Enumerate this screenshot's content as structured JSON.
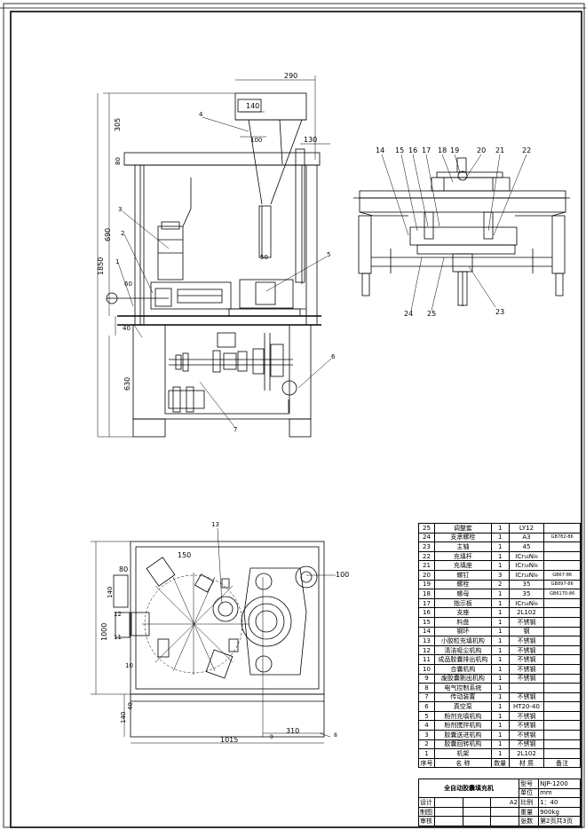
{
  "front_view": {
    "dims": {
      "d290": "290",
      "d305": "305",
      "d140": "140",
      "d100": "100",
      "d130": "130",
      "d80": "80",
      "d690": "690",
      "d1850": "1850",
      "d50": "50",
      "d60": "60",
      "d40": "40",
      "d630": "630"
    },
    "callouts": [
      "1",
      "2",
      "3",
      "4",
      "5",
      "6",
      "7"
    ]
  },
  "side_view": {
    "callouts_top": [
      "14",
      "15",
      "16",
      "17",
      "18",
      "19",
      "20",
      "21",
      "22"
    ],
    "callouts_bottom": [
      "24",
      "25",
      "23"
    ]
  },
  "top_view": {
    "dims": {
      "d13": "13",
      "d150": "150",
      "d100": "100",
      "d80": "80",
      "d140": "140",
      "d12": "12",
      "d1000": "1000",
      "d11": "11",
      "d10": "10",
      "d140b": "140",
      "d40": "40",
      "d1015": "1015",
      "d310": "310",
      "d9": "9",
      "d8": "8"
    }
  },
  "parts_header": {
    "no": "序号",
    "name": "名  称",
    "qty": "数量",
    "mat": "材  质",
    "note": "备注"
  },
  "parts": [
    {
      "no": "25",
      "name": "调整套",
      "qty": "1",
      "mat": "LY12",
      "note": ""
    },
    {
      "no": "24",
      "name": "支承螺栓",
      "qty": "1",
      "mat": "A3",
      "note": "GB782-86"
    },
    {
      "no": "23",
      "name": "主轴",
      "qty": "1",
      "mat": "45",
      "note": ""
    },
    {
      "no": "22",
      "name": "充填杆",
      "qty": "1",
      "mat": "ICr₁₈Ni₉",
      "note": ""
    },
    {
      "no": "21",
      "name": "充填座",
      "qty": "1",
      "mat": "ICr₁₈Ni₉",
      "note": ""
    },
    {
      "no": "20",
      "name": "螺钉",
      "qty": "3",
      "mat": "ICr₁₈Ni₉",
      "note": "GB67-86"
    },
    {
      "no": "19",
      "name": "螺栓",
      "qty": "2",
      "mat": "35",
      "note": "GB897-86"
    },
    {
      "no": "18",
      "name": "螺母",
      "qty": "1",
      "mat": "35",
      "note": "GB6170-86"
    },
    {
      "no": "17",
      "name": "指示板",
      "qty": "1",
      "mat": "ICr₁₈Ni₉",
      "note": ""
    },
    {
      "no": "16",
      "name": "支座",
      "qty": "1",
      "mat": "2L102",
      "note": ""
    },
    {
      "no": "15",
      "name": "料盘",
      "qty": "1",
      "mat": "不锈钢",
      "note": ""
    },
    {
      "no": "14",
      "name": "钢环",
      "qty": "1",
      "mat": "钢",
      "note": ""
    },
    {
      "no": "13",
      "name": "小胶粒充填机构",
      "qty": "1",
      "mat": "不锈钢",
      "note": ""
    },
    {
      "no": "12",
      "name": "清洁吸尘机构",
      "qty": "1",
      "mat": "不锈钢",
      "note": ""
    },
    {
      "no": "11",
      "name": "成品胶囊排出机构",
      "qty": "1",
      "mat": "不锈钢",
      "note": ""
    },
    {
      "no": "10",
      "name": "合囊机构",
      "qty": "1",
      "mat": "不锈钢",
      "note": ""
    },
    {
      "no": "9",
      "name": "废胶囊剔出机构",
      "qty": "1",
      "mat": "不锈钢",
      "note": ""
    },
    {
      "no": "8",
      "name": "电气控制系统",
      "qty": "1",
      "mat": "",
      "note": ""
    },
    {
      "no": "7",
      "name": "传动装置",
      "qty": "1",
      "mat": "不锈钢",
      "note": ""
    },
    {
      "no": "6",
      "name": "真空泵",
      "qty": "1",
      "mat": "HT20-40",
      "note": ""
    },
    {
      "no": "5",
      "name": "粉剂充填机构",
      "qty": "1",
      "mat": "不锈钢",
      "note": ""
    },
    {
      "no": "4",
      "name": "粉剂搅拌机构",
      "qty": "1",
      "mat": "不锈钢",
      "note": ""
    },
    {
      "no": "3",
      "name": "胶囊送进机构",
      "qty": "1",
      "mat": "不锈钢",
      "note": ""
    },
    {
      "no": "2",
      "name": "胶囊回转机构",
      "qty": "1",
      "mat": "不锈钢",
      "note": ""
    },
    {
      "no": "1",
      "name": "机架",
      "qty": "1",
      "mat": "2L102",
      "note": ""
    }
  ],
  "title_block": {
    "title": "全自动胶囊填充机",
    "model_label": "型号",
    "model": "NJP-1200",
    "unit_label": "单位",
    "unit": "mm",
    "design": "设计",
    "a2": "A2",
    "scale_label": "比例",
    "scale": "1：40",
    "draw": "制图",
    "weight_label": "重量",
    "weight": "900kg",
    "check": "审核",
    "sheets_label": "张数",
    "sheets": "第2页共3页"
  }
}
